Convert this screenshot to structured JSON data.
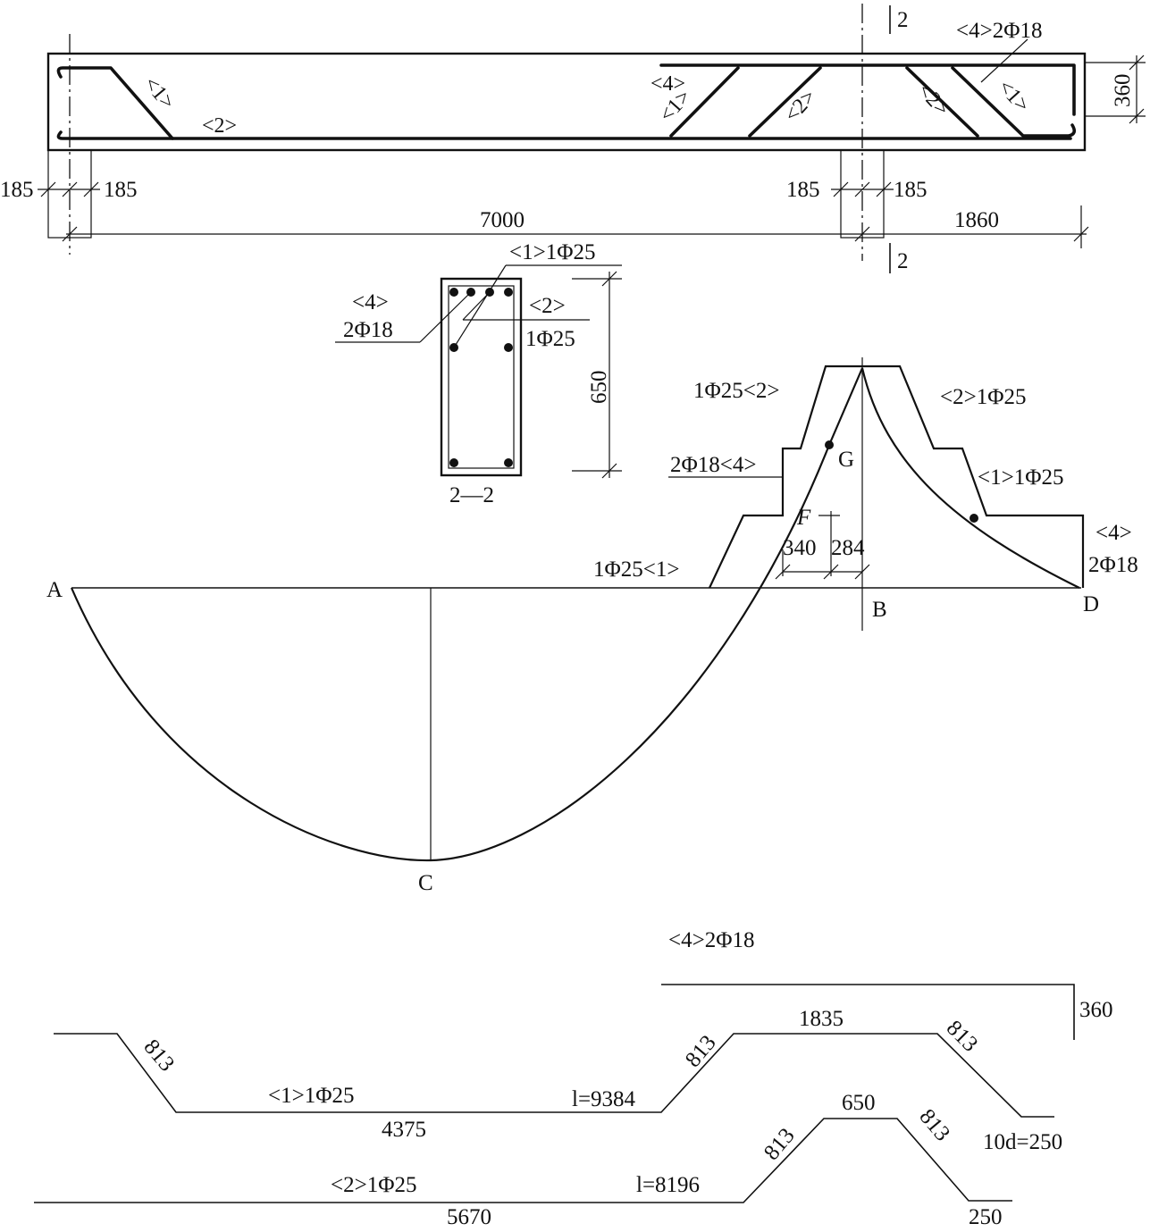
{
  "elevation": {
    "section_mark_top": "2",
    "section_mark_bottom": "2",
    "bar_tag_4_top": "<4>2Φ18",
    "bar_tag_1": "<1>",
    "bar_tag_2": "<2>",
    "bar_tag_4": "<4>",
    "dim_360": "360",
    "dim_185": "185",
    "dim_7000": "7000",
    "dim_1860": "1860"
  },
  "section": {
    "title": "2—2",
    "label_1": "<1>1Φ25",
    "label_4_tag": "<4>",
    "label_4_bars": "2Φ18",
    "label_2_tag": "<2>",
    "label_2_bars": "1Φ25",
    "dim_650": "650"
  },
  "diagram": {
    "label_A": "A",
    "label_B": "B",
    "label_C": "C",
    "label_D": "D",
    "label_G": "G",
    "label_F": "F",
    "dim_340": "340",
    "dim_284": "284",
    "bar_1_left": "1Φ25<1>",
    "bar_4_left": "2Φ18<4>",
    "bar_2_left": "1Φ25<2>",
    "bar_2_right": "<2>1Φ25",
    "bar_1_right": "<1>1Φ25",
    "bar_4_right_tag": "<4>",
    "bar_4_right_bars": "2Φ18"
  },
  "bar_details": {
    "bar4": {
      "label": "<4>2Φ18",
      "hook": "360"
    },
    "bar1": {
      "label": "<1>1Φ25",
      "slope_left": "813",
      "bottom": "4375",
      "length": "l=9384",
      "slope_right_up": "813",
      "top": "1835",
      "slope_right_down": "813",
      "anchor": "10d=250"
    },
    "bar2": {
      "label": "<2>1Φ25",
      "bottom": "5670",
      "length": "l=8196",
      "slope_up": "813",
      "top": "650",
      "slope_down": "813",
      "tail": "250"
    }
  }
}
